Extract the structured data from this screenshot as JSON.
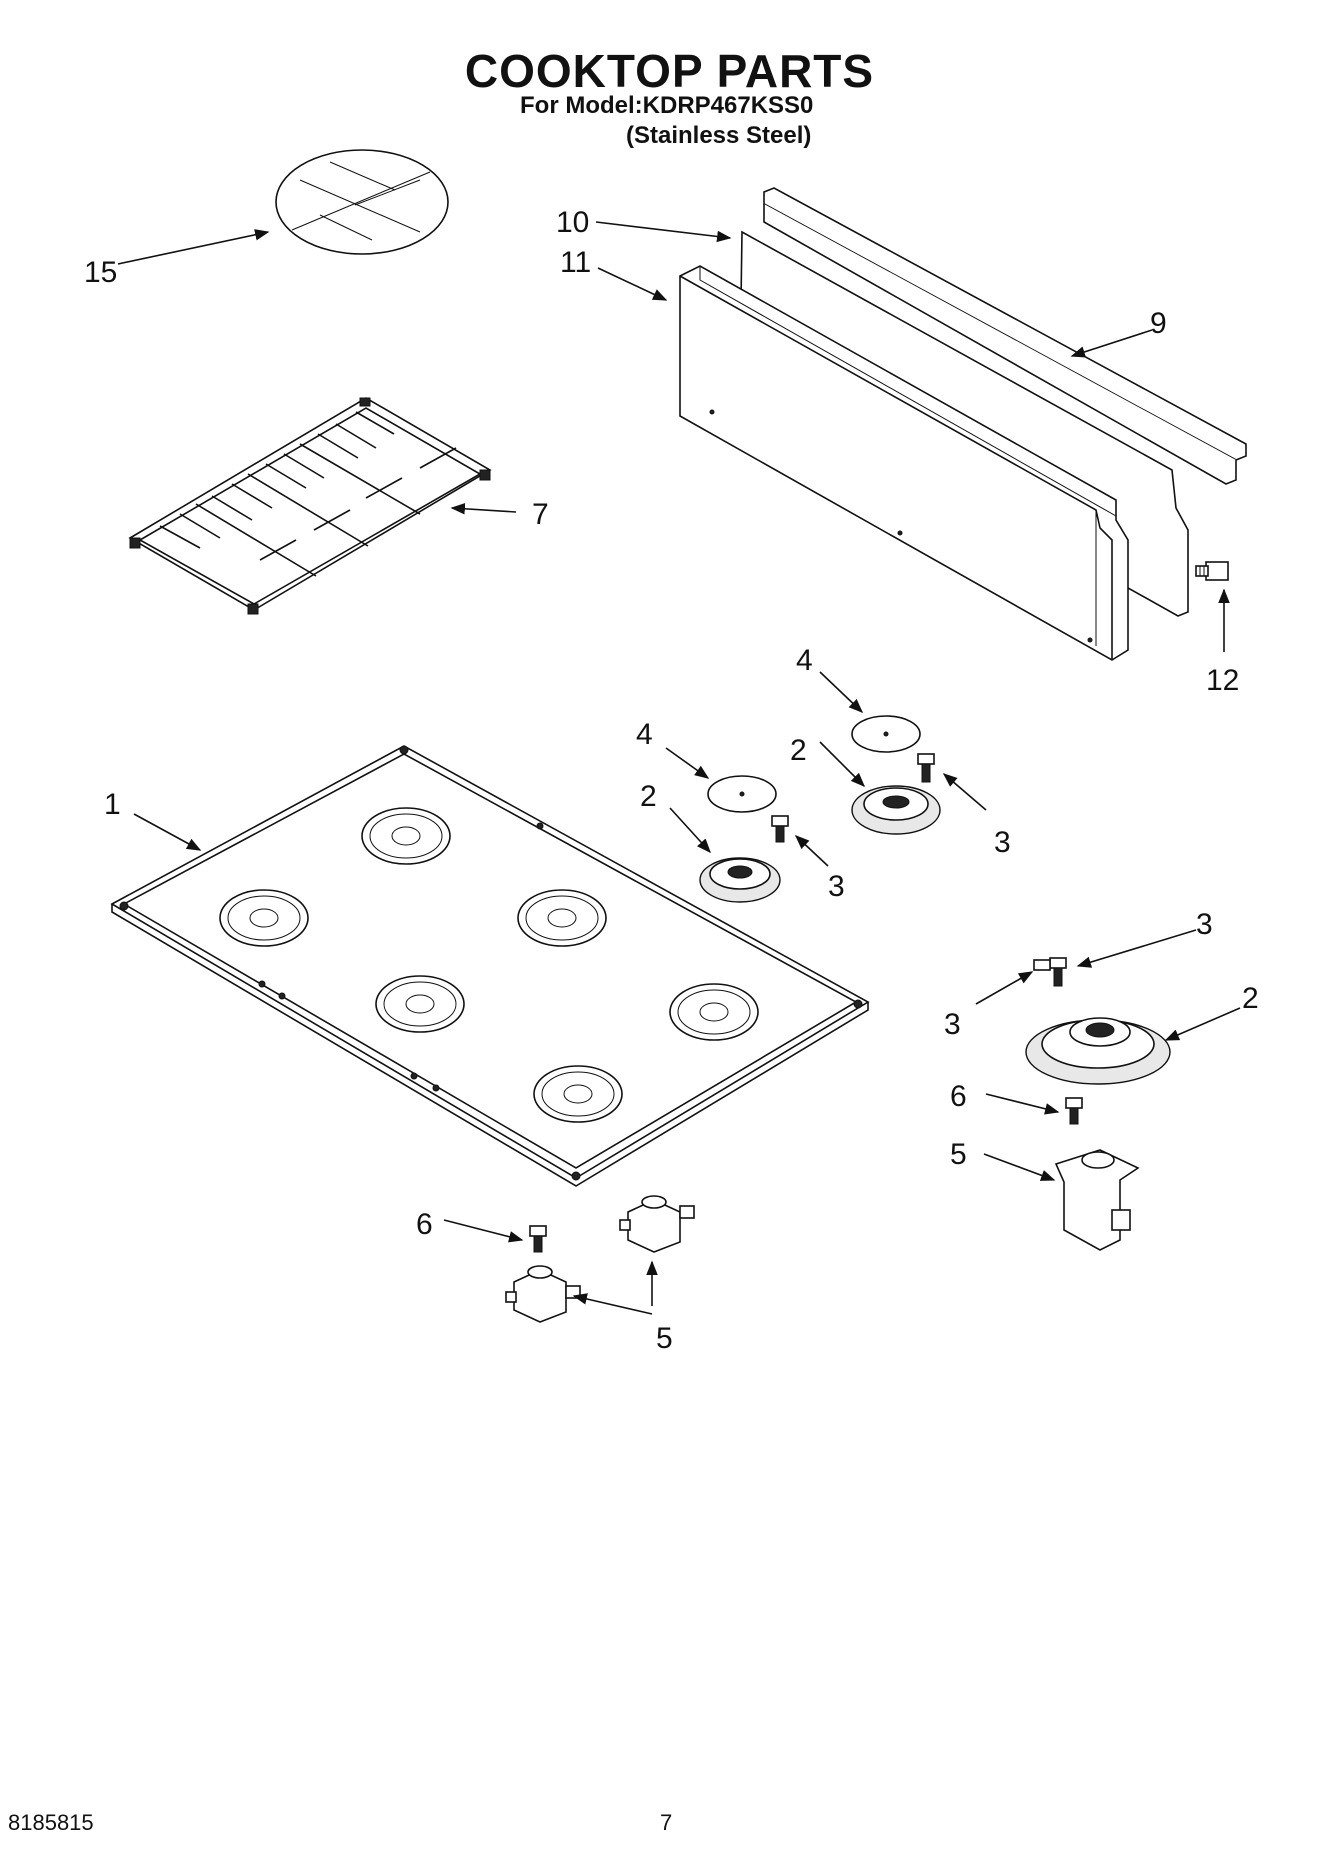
{
  "header": {
    "title": "COOKTOP PARTS",
    "model_line": "For Model:KDRP467KSS0",
    "finish_line": "(Stainless Steel)"
  },
  "callouts": {
    "c15": "15",
    "c10": "10",
    "c11": "11",
    "c9": "9",
    "c7": "7",
    "c12": "12",
    "c1": "1",
    "c4a": "4",
    "c2a": "2",
    "c3a": "3",
    "c4b": "4",
    "c2b": "2",
    "c3b": "3",
    "c3c": "3",
    "c3d": "3",
    "c2c": "2",
    "c6a": "6",
    "c5a": "5",
    "c6b": "6",
    "c5b": "5"
  },
  "footer": {
    "doc_number": "8185815",
    "page_number": "7"
  }
}
